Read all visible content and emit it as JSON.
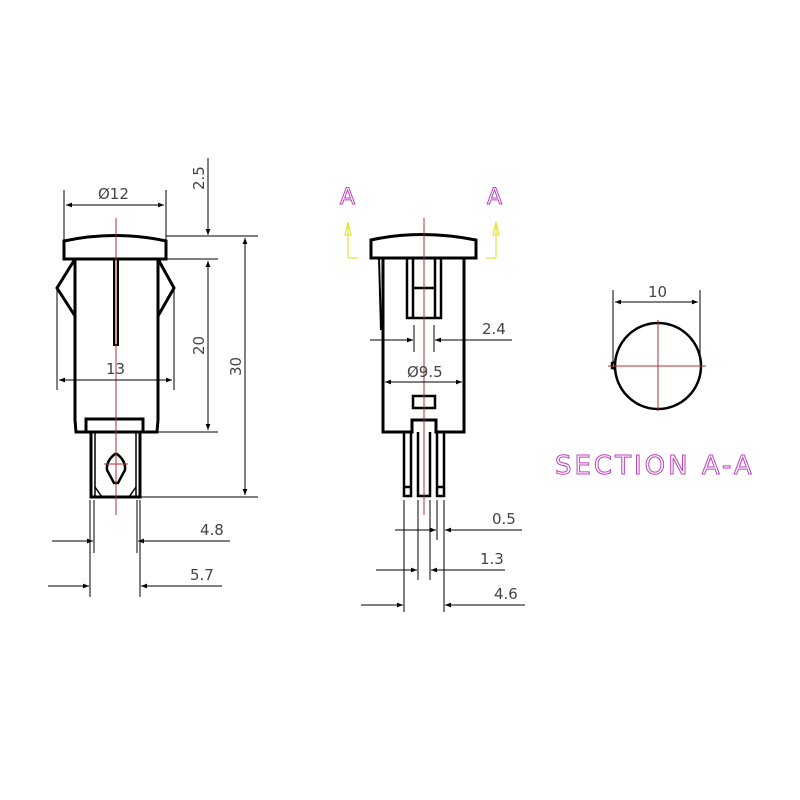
{
  "drawing": {
    "title": "Indicator lamp holder dimensional drawing",
    "colors": {
      "outline": "#000000",
      "centerline": "#b03030",
      "section_label": "#c040c0",
      "section_arrow": "#e8e040",
      "dimension_text": "#444444"
    },
    "front_view": {
      "dimensions": {
        "cap_diameter": "Ø12",
        "cap_height": "2.5",
        "body_length": "20",
        "overall_length": "30",
        "clip_width": "13",
        "terminal_inner_width": "4.8",
        "terminal_outer_width": "5.7"
      }
    },
    "side_view": {
      "section_marker_left": "A",
      "section_marker_right": "A",
      "dimensions": {
        "slot_width": "2.4",
        "body_diameter": "Ø9.5",
        "pin_thickness": "0.5",
        "pin_gap": "1.3",
        "pin_span": "4.6"
      }
    },
    "section_view": {
      "label": "SECTION A-A",
      "dimensions": {
        "diameter": "10"
      }
    }
  }
}
